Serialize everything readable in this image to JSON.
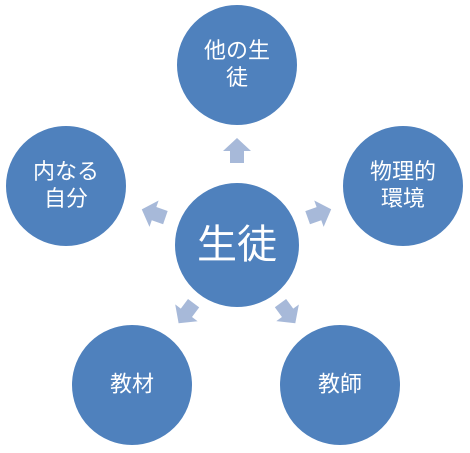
{
  "diagram": {
    "center": {
      "label": "生徒"
    },
    "nodes": [
      {
        "id": "top",
        "lines": [
          "他の生",
          "徒"
        ]
      },
      {
        "id": "right",
        "lines": [
          "物理的",
          "環境"
        ]
      },
      {
        "id": "bottom-right",
        "lines": [
          "教師"
        ]
      },
      {
        "id": "bottom-left",
        "lines": [
          "教材"
        ]
      },
      {
        "id": "left",
        "lines": [
          "内なる",
          "自分"
        ]
      }
    ],
    "colors": {
      "circle_fill": "#4f81bd",
      "circle_stroke": "#ffffff",
      "arrow_fill": "#a7b9d9",
      "text": "#ffffff"
    }
  }
}
